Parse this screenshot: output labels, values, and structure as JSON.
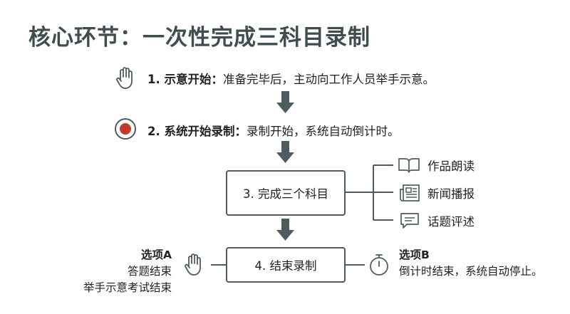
{
  "title": "核心环节：一次性完成三科目录制",
  "steps": [
    {
      "label": "1. 示意开始：",
      "desc": "准备完毕后，主动向工作人员举手示意。",
      "icon": "hand-icon"
    },
    {
      "label": "2. 系统开始录制：",
      "desc": "录制开始，系统自动倒计时。",
      "icon": "record-icon"
    },
    {
      "label": "3. 完成三个科目"
    },
    {
      "label": "4. 结束录制"
    }
  ],
  "subjects": [
    {
      "label": "作品朗读",
      "icon": "book-icon"
    },
    {
      "label": "新闻播报",
      "icon": "newspaper-icon"
    },
    {
      "label": "话题评述",
      "icon": "speech-bubble-icon"
    }
  ],
  "option_a": {
    "title": "选项A",
    "lines": [
      "答题结束",
      "举手示意考试结束"
    ],
    "icon": "hand-icon"
  },
  "option_b": {
    "title": "选项B",
    "lines": [
      "倒计时结束，系统自动停止。"
    ],
    "icon": "stopwatch-icon"
  },
  "colors": {
    "primary": "#4d5c5e",
    "record_red": "#c0392b",
    "title": "#3f4d4f"
  }
}
